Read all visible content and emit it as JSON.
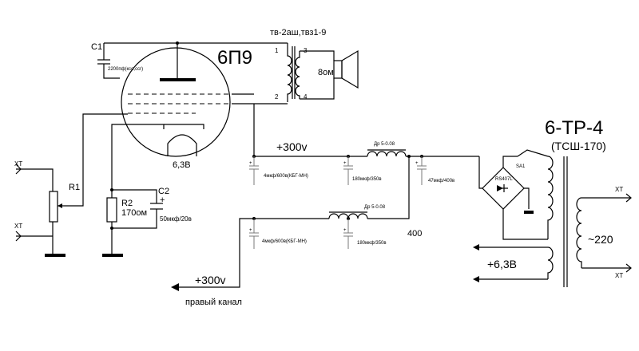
{
  "tube": {
    "name": "6П9",
    "heater": "6,3В"
  },
  "output_transformer": {
    "model": "тв-2аш,твз1-9",
    "pin1": "1",
    "pin2": "2",
    "pin3": "3",
    "pin4": "4",
    "speaker": "8ом"
  },
  "c1": {
    "ref": "C1",
    "value": "2200пф(кco,ccr)"
  },
  "r1": {
    "ref": "R1"
  },
  "r2": {
    "ref": "R2",
    "value": "170ом"
  },
  "c2": {
    "ref": "C2",
    "value": "50мкф/20в",
    "polarity": "+"
  },
  "inputs": {
    "top": "XT",
    "bottom": "XT"
  },
  "supply": {
    "rail": "+300v",
    "cap_a": "4мкф/600в(КБГ-МН)",
    "cap_b": "180мкф/350в",
    "choke_top": "Др 5-0.08",
    "cap_c": "47мкф/400в",
    "cap_d": "4мкф/600в(КБГ-МН)",
    "choke_bottom": "Др 5-0.08",
    "cap_e": "180мкф/350в",
    "node_400": "400",
    "plus": "+"
  },
  "rectifier": {
    "model": "RS407L"
  },
  "power_transformer": {
    "name": "6-ТР-4",
    "subtitle": "(ТСШ-170)",
    "fuse": "SA1",
    "mains": "~220",
    "xt_top": "XT",
    "xt_bottom": "XT"
  },
  "outputs": {
    "heater": "+6,3В",
    "b_plus": "+300v",
    "channel": "правый канал"
  }
}
